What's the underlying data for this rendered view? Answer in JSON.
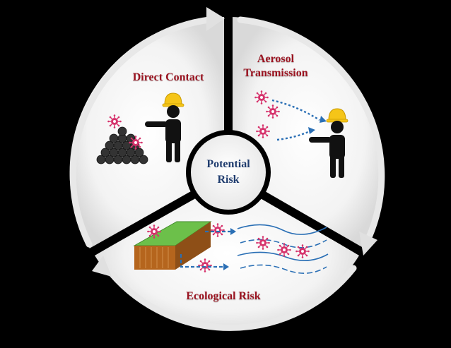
{
  "labels": {
    "direct_contact": "Direct Contact",
    "aerosol_line1": "Aerosol",
    "aerosol_line2": "Transmission",
    "ecological_risk": "Ecological Risk",
    "center_line1": "Potential",
    "center_line2": "Risk"
  },
  "colors": {
    "background": "#000000",
    "segment_fill": "#f2f2f2",
    "label_red": "#9b1421",
    "center_text": "#1f3c6e",
    "helmet": "#f5c518",
    "virus": "#d6336c",
    "arrow_blue": "#2a6fb5",
    "soil_top": "#5aa83a",
    "soil_side": "#b5651d"
  },
  "icons": [
    "worker-icon",
    "virus-icon",
    "pellet-pile-icon",
    "soil-block-icon",
    "wave-lines-icon",
    "cycle-arrow-icon"
  ]
}
